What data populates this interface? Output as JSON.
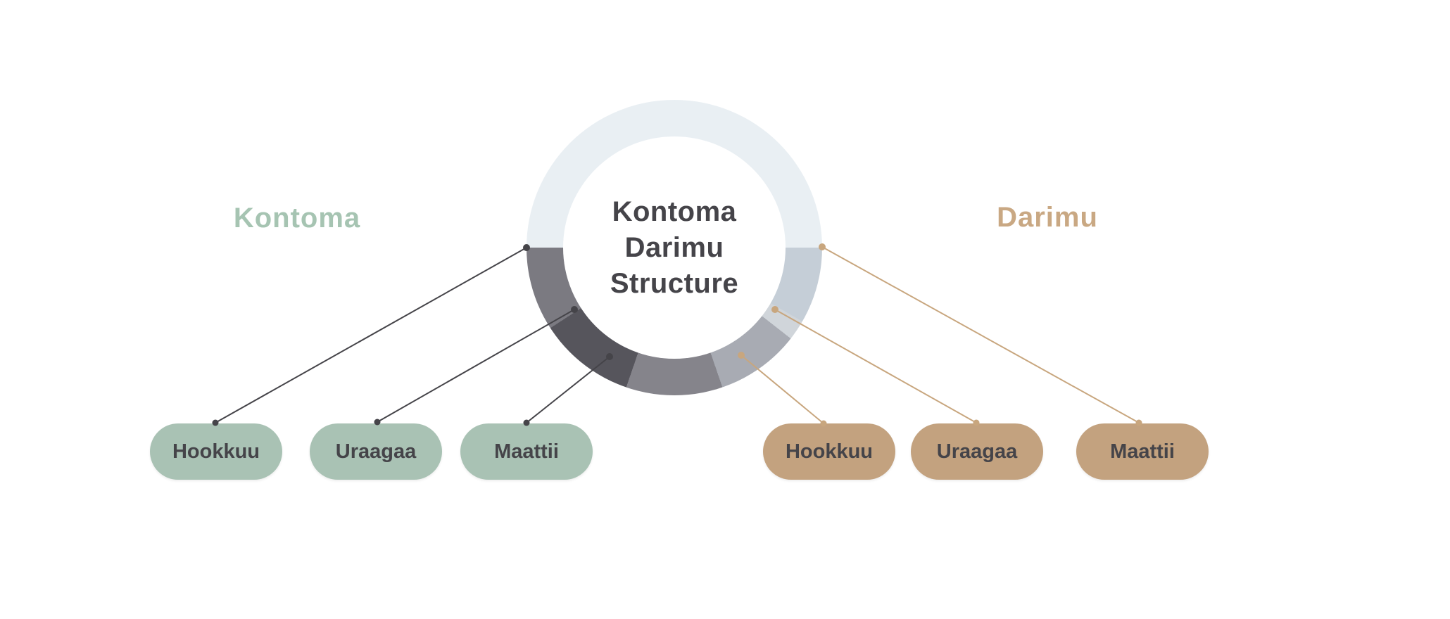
{
  "title": {
    "line1": "Kontoma",
    "line2": "Darimu",
    "line3": "Structure"
  },
  "left_group": {
    "label": "Kontoma",
    "items": [
      {
        "label": "Hookkuu"
      },
      {
        "label": "Uraagaa"
      },
      {
        "label": "Maattii"
      }
    ]
  },
  "right_group": {
    "label": "Darimu",
    "items": [
      {
        "label": "Hookkuu"
      },
      {
        "label": "Uraagaa"
      },
      {
        "label": "Maattii"
      }
    ]
  },
  "ring": {
    "segments": [
      {
        "name": "top-half",
        "color": "#e9eff3",
        "from": 0,
        "to": 90
      },
      {
        "name": "darimu-segment-1",
        "color": "#c5ced7",
        "from": 90,
        "to": 120
      },
      {
        "name": "darimu-segment-2",
        "color": "#d0d5da",
        "from": 120,
        "to": 128
      },
      {
        "name": "darimu-segment-3",
        "color": "#a8abb3",
        "from": 128,
        "to": 161
      },
      {
        "name": "kontoma-segment-3",
        "color": "#85848b",
        "from": 161,
        "to": 199
      },
      {
        "name": "kontoma-segment-2",
        "color": "#56555c",
        "from": 199,
        "to": 237
      },
      {
        "name": "kontoma-segment-1",
        "color": "#7b7a81",
        "from": 237,
        "to": 270
      },
      {
        "name": "top-half-2",
        "color": "#e9eff3",
        "from": 270,
        "to": 360
      }
    ]
  },
  "colors": {
    "background": "#ffffff",
    "title_text": "#454449",
    "kontoma_label": "#a6c4b2",
    "darimu_label": "#c9a883",
    "kontoma_pill": "#a9c2b4",
    "darimu_pill": "#c3a27f",
    "pill_text": "#454449",
    "kontoma_line": "#454449",
    "darimu_line": "#c8a67e",
    "ring_top": "#e9eff3"
  }
}
